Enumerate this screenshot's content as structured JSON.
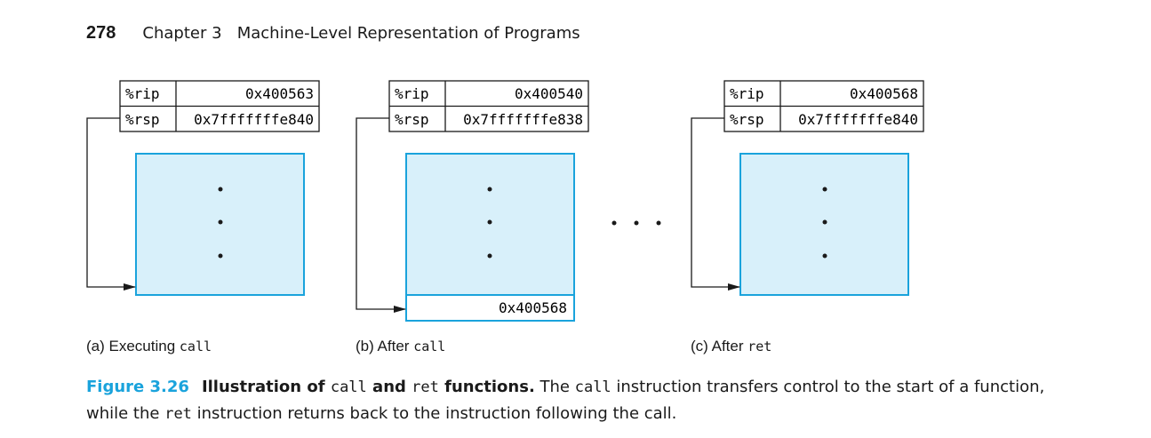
{
  "header": {
    "page_number": "278",
    "running_title": "Chapter 3   Machine-Level Representation of Programs"
  },
  "panels": [
    {
      "rip_label": "%rip",
      "rip_value": "0x400563",
      "rsp_label": "%rsp",
      "rsp_value": "0x7fffffffe840",
      "caption_prefix": "(a) Executing ",
      "caption_code": "call",
      "extra_cell": null
    },
    {
      "rip_label": "%rip",
      "rip_value": "0x400540",
      "rsp_label": "%rsp",
      "rsp_value": "0x7fffffffe838",
      "caption_prefix": "(b) After ",
      "caption_code": "call",
      "extra_cell": "0x400568"
    },
    {
      "rip_label": "%rip",
      "rip_value": "0x400568",
      "rsp_label": "%rsp",
      "rsp_value": "0x7fffffffe840",
      "caption_prefix": "(c) After ",
      "caption_code": "ret",
      "extra_cell": null
    }
  ],
  "colors": {
    "stack_fill": "#d8f0fa",
    "stack_border": "#1aa3dc",
    "figure_label": "#1aa3dc"
  },
  "caption": {
    "label": "Figure 3.26",
    "title_pre": "Illustration of ",
    "title_code1": "call",
    "title_mid": " and ",
    "title_code2": "ret",
    "title_post": " functions.",
    "text1": " The ",
    "code3": "call",
    "text2": " instruction transfers control to the start of a function, while the ",
    "code4": "ret",
    "text3": " instruction returns back to the instruction following the call."
  }
}
